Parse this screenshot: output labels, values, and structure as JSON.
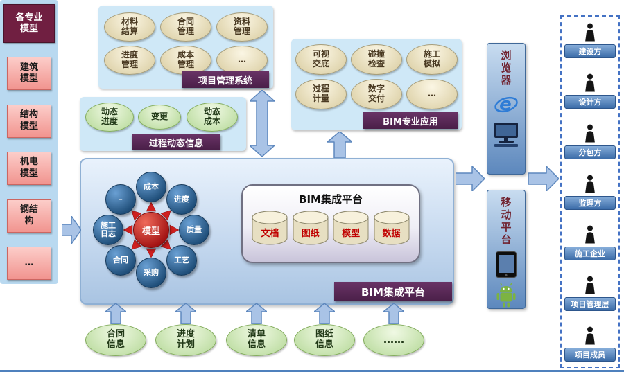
{
  "left_panel": {
    "title": "各专业\n模型",
    "items": [
      "建筑\n模型",
      "结构\n模型",
      "机电\n模型",
      "钢结\n构",
      "…"
    ]
  },
  "pm_system": {
    "label": "项目管理系统",
    "items": [
      "材料\n结算",
      "合同\n管理",
      "资料\n管理",
      "进度\n管理",
      "成本\n管理",
      "…"
    ]
  },
  "process_info": {
    "label": "过程动态信息",
    "items": [
      "动态\n进度",
      "变更",
      "动态\n成本"
    ]
  },
  "bim_apps": {
    "label": "BIM专业应用",
    "items": [
      "可视\n交底",
      "碰撞\n检查",
      "施工\n模拟",
      "过程\n计量",
      "数字\n交付",
      "…"
    ]
  },
  "platform": {
    "label": "BIM集成平台",
    "center": "模型",
    "ring": [
      "成本",
      "进度",
      "质量",
      "工艺",
      "采购",
      "合同",
      "施工\n日志",
      "–"
    ],
    "repo_title": "BIM集成平台",
    "repos": [
      "文档",
      "图纸",
      "模型",
      "数据"
    ]
  },
  "bottom_inputs": [
    "合同\n信息",
    "进度\n计划",
    "清单\n信息",
    "图纸\n信息",
    "……"
  ],
  "browser": {
    "label": "浏\n览\n器"
  },
  "mobile": {
    "label": "移\n动\n平\n台"
  },
  "stakeholders": [
    "建设方",
    "设计方",
    "分包方",
    "监理方",
    "施工企业",
    "项目管理层",
    "项目成员"
  ],
  "colors": {
    "dark_label_bg": "#4a1f48",
    "left_header_bg": "#701f41",
    "panel_blue": "#cfe8f7",
    "arrow_blue": "#a9c3e6",
    "node_blue": "#1f4e79",
    "center_red": "#a31313",
    "cylinder_text": "#c00000",
    "stakeholder_label_bg": "#3c6ca8",
    "android_green": "#7cb342",
    "ie_blue": "#2e7cd6"
  }
}
